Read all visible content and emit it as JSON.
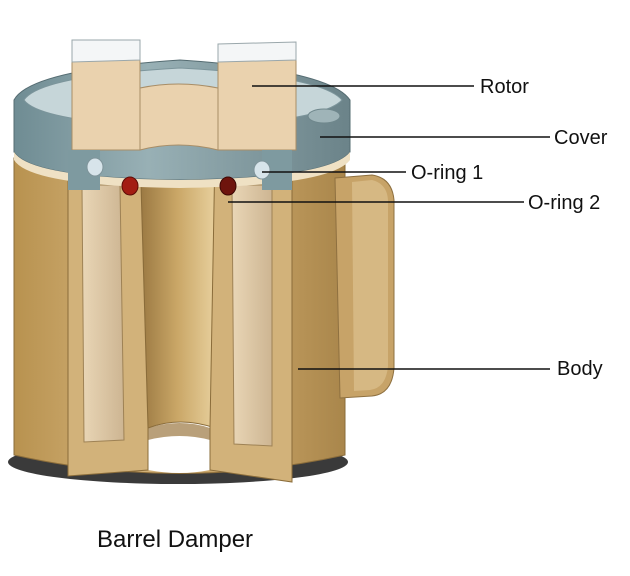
{
  "labels": {
    "rotor": "Rotor",
    "cover": "Cover",
    "oring1": "O-ring 1",
    "oring2": "O-ring 2",
    "body": "Body"
  },
  "caption": "Barrel Damper",
  "colors": {
    "body": "#c9a66b",
    "body_dark": "#9c7d47",
    "body_light": "#e2cc98",
    "cover": "#7e9aa0",
    "cover_light": "#b9ccd0",
    "rotor": "#ead2ae",
    "rotor_top": "#f4f6f7",
    "oring1": "#d7e4ea",
    "oring2": "#8b1a12"
  }
}
